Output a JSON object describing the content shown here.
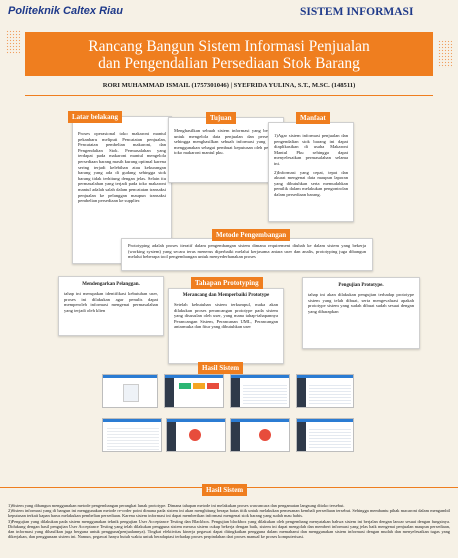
{
  "header": {
    "logo_text": "Politeknik Caltex Riau",
    "program": "SISTEM INFORMASI",
    "title_line1": "Rancang Bangun Sistem Informasi Penjualan",
    "title_line2": "dan Pengendalian Persediaan Stok Barang",
    "authors": "RORI MUHAMMAD ISMAIL (1757301046) | SYEFRIDA YULINA, S.T., M.SC. (148511)"
  },
  "latar": {
    "title": "Latar belakang",
    "text": "Proses operasional toko makaroni mantul pekanbaru meliputi Pencatatan penjualan, Pencatatan pembelian makaroni, dan Pengendalian Stok. Permasalahan yang terdapat pada makaroni mantul mengelola persediaan barang masih kurang optimal karena sering terjadi kelebihan atau kekurangan barang yang ada di gudang sehingga stok barang tidak terhitung dengan jelas. Selain itu permasalahan yang terjadi pada toko makaroni mantul adalah salah dalam pencatatan transaksi penjualan ke pelanggan maupun transaksi pembelian persediaan ke supplier."
  },
  "tujuan": {
    "title": "Tujuan",
    "text": "Menghasilkan sebuah sistem informasi yang berguna untuk mengelola data penjualan dan persediaan sehingga menghasilkan sebuah informasi yang dapat menggunakan sebagai pembuat keputusan oleh pemilik toko makaroni mantul pku."
  },
  "manfaat": {
    "title": "Manfaat",
    "text1": "1)Agar sistem informasi penjualan dan pengendalian stok barang ini dapat diaplikasikan di usaha Makaroni Mantul Pku sehingga dapat menyelesaikan permasalahan selama ini.",
    "text2": "2)Informasi yang cepat, tepat dan akurat mengenai data maupun laporan yang dibutuhkan serta memudahkan pemilik dalam melakukan pengontrolan dalam persediaan barang."
  },
  "metode": {
    "title": "Metode Pengembangan",
    "text": "Prototyping adalah proses iteratif dalam pengembangan sistem dimana requirement diubah ke dalam sistem yang bekerja (working system) yang secara terus menerus diperbaiki melalui kerjasama antara user dan analis, prototyping juga dibangun melalui beberapa tool pengembangan untuk menyederhanakan proses"
  },
  "tahapan": {
    "title": "Tahapan Prototyping",
    "step1_title": "Mendengarkan Pelanggan.",
    "step1_text": "tahap ini merupakan identifikasi kebutuhan user, proses ini dilakukan agar penulis dapat memperoleh informasi mengenai permasalahan yang terjadi oleh klien",
    "step2_title": "Merancang dan Memperbaiki Prototype",
    "step2_text": "Setelah kebutuhan sistem terkumpul, maka akan dilakukan proses perancangan prototype pada sistem yang disusulan oleh user, yang mana tahap-tahapannya Perancangan Sistem, Perancanan UML, Perancangan antarmuka dan fitur yang dibutuhkan user",
    "step3_title": "Pengujian Prototype.",
    "step3_text": "tahap ini akan dilakukan pengujian terhadap prototype sistem yang telah dibuat, serta mengevaluasi apakah prototype sistem yang sudah dibuat sudah sesuai dengan yang diharapkan"
  },
  "hasil_sistem": {
    "title": "Hasil Sistem"
  },
  "hasil_bottom": {
    "title": "Hasil Sistem",
    "text1": "1)Sistem yang dibangun menggunakan metode pengembangan perangkat lunak prototype. Dimana tahapan metode ini melakukan proses wawancara dan pengamatan langsung ditoko tersebut.",
    "text2": "2)Sistem informasi yang di bangun ini menggunakan metode re-order point dimana pada sistem ini akan menghitung berapa batas titik untuk melakukan pemesanan kembali persediaan tersebut. Sehingga membantu pihak macaroni dalam mengambil keputusan terkait kapan harus melakukan pembelian persediaan. Karena sistem informasi ini dapat memberikan informasi mengenai stok barang yang sudah mau habis.",
    "text3": "3)Pengujian yang dilakukan pada sistem menggunakan teknik pengujian User Acceptance Testing dan Blackbox. Pengujian blackbox yang dilakukan oleh pengembang menyatakan bahwa sistem ini berjalan dengan lancar sesuai dengan fungsinya. Didukung dengan hasil pengujian User Acceptance Testing yang telah dilakukan pengguna sistem merasa sistem cukup bekerja dengan baik, sistem ini dapat mengolah dan memberi informasi yang jelas baik mengenai penjualan maupun persediaan, dan informasi yang dihasilkan juga berguna untuk pengguna(penjualannya). Tingkat efektivitas kinerja pegawai dapat ditingkatkan pengguna dalam memahami dan menggunakan sistem informasi dengan mudah dan menyelesaikan tugas yang dikerjakan, dan penggunaan sistem ini. Namun, pegawai hanya butuh waktu untuk beradaptasi terhadap proses perpindahan dari proses manual ke proses komputerisasi."
  },
  "colors": {
    "accent": "#ef7e1f",
    "background": "#f6f1e6"
  }
}
